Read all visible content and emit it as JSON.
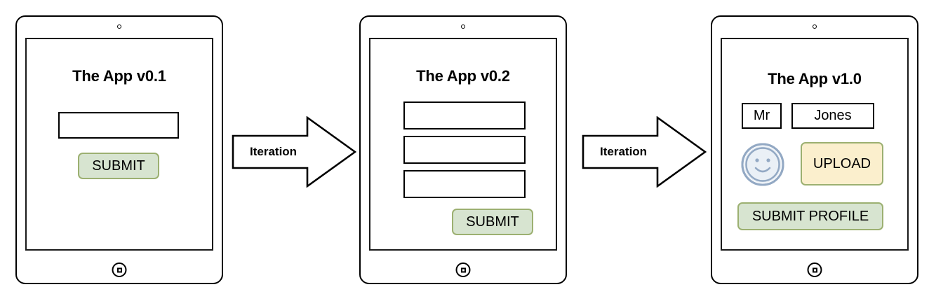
{
  "devices": [
    {
      "name": "tablet-v01",
      "title": "The App v0.1",
      "fields": [
        {
          "name": "text-field",
          "value": ""
        }
      ],
      "buttons": [
        {
          "name": "submit-button",
          "label": "SUBMIT",
          "color": "#d7e4d0"
        }
      ],
      "home_icon": "home-button-icon",
      "camera_icon": "camera-dot-icon"
    },
    {
      "name": "tablet-v02",
      "title": "The App v0.2",
      "fields": [
        {
          "name": "text-field-1",
          "value": ""
        },
        {
          "name": "text-field-2",
          "value": ""
        },
        {
          "name": "text-field-3",
          "value": ""
        }
      ],
      "buttons": [
        {
          "name": "submit-button",
          "label": "SUBMIT",
          "color": "#d7e4d0"
        }
      ],
      "home_icon": "home-button-icon",
      "camera_icon": "camera-dot-icon"
    },
    {
      "name": "tablet-v10",
      "title": "The App v1.0",
      "fields": [
        {
          "name": "title-field",
          "value": "Mr"
        },
        {
          "name": "surname-field",
          "value": "Jones"
        }
      ],
      "avatar": {
        "name": "smiley-avatar-icon",
        "color": "#93a9c4"
      },
      "buttons": [
        {
          "name": "upload-button",
          "label": "UPLOAD",
          "color": "#fbefcd"
        },
        {
          "name": "submit-profile-button",
          "label": "SUBMIT PROFILE",
          "color": "#d7e4d0"
        }
      ],
      "home_icon": "home-button-icon",
      "camera_icon": "camera-dot-icon"
    }
  ],
  "arrows": [
    {
      "name": "iteration-arrow-1",
      "label": "Iteration"
    },
    {
      "name": "iteration-arrow-2",
      "label": "Iteration"
    }
  ],
  "colors": {
    "outline": "#000000",
    "button_border": "#9cb071",
    "green_fill": "#d7e4d0",
    "yellow_fill": "#fbefcd",
    "avatar": "#93a9c4",
    "background": "#ffffff"
  }
}
